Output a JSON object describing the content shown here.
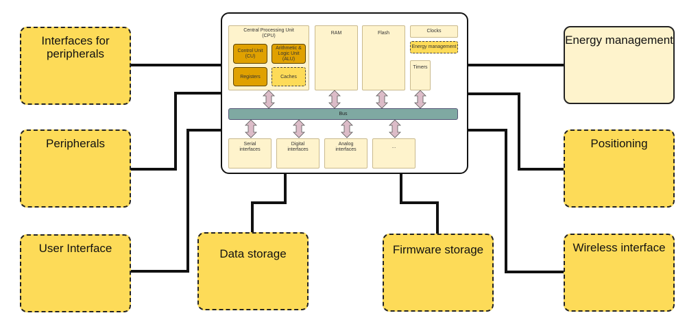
{
  "diagram": {
    "mcu": {
      "cpu": {
        "title": "Central Processing Unit (CPU)",
        "control_unit": "Control Unit (CU)",
        "alu": "Arithmetic & Logic Unit (ALU)",
        "registers": "Registers",
        "caches": "Caches"
      },
      "ram": "RAM",
      "flash": "Flash",
      "clocks": "Clocks",
      "energy_management": "Energy management",
      "timers": "Timers",
      "bus": "Bus",
      "serial_interfaces": "Serial interfaces",
      "digital_interfaces": "Digital interfaces",
      "analog_interfaces": "Analog interfaces",
      "more": "..."
    },
    "external": {
      "interfaces_for_peripherals": "Interfaces for peripherals",
      "peripherals": "Peripherals",
      "user_interface": "User Interface",
      "data_storage": "Data storage",
      "firmware_storage": "Firmware storage",
      "energy_management": "Energy management",
      "positioning": "Positioning",
      "wireless_interface": "Wireless interface"
    },
    "colors": {
      "optional_fill": "#fddb58",
      "core_fill": "#fef3cc",
      "cpu_unit_fill": "#e0a100",
      "bus_fill": "#7fa9a2",
      "arrow_fill": "#dcbcc8"
    }
  }
}
